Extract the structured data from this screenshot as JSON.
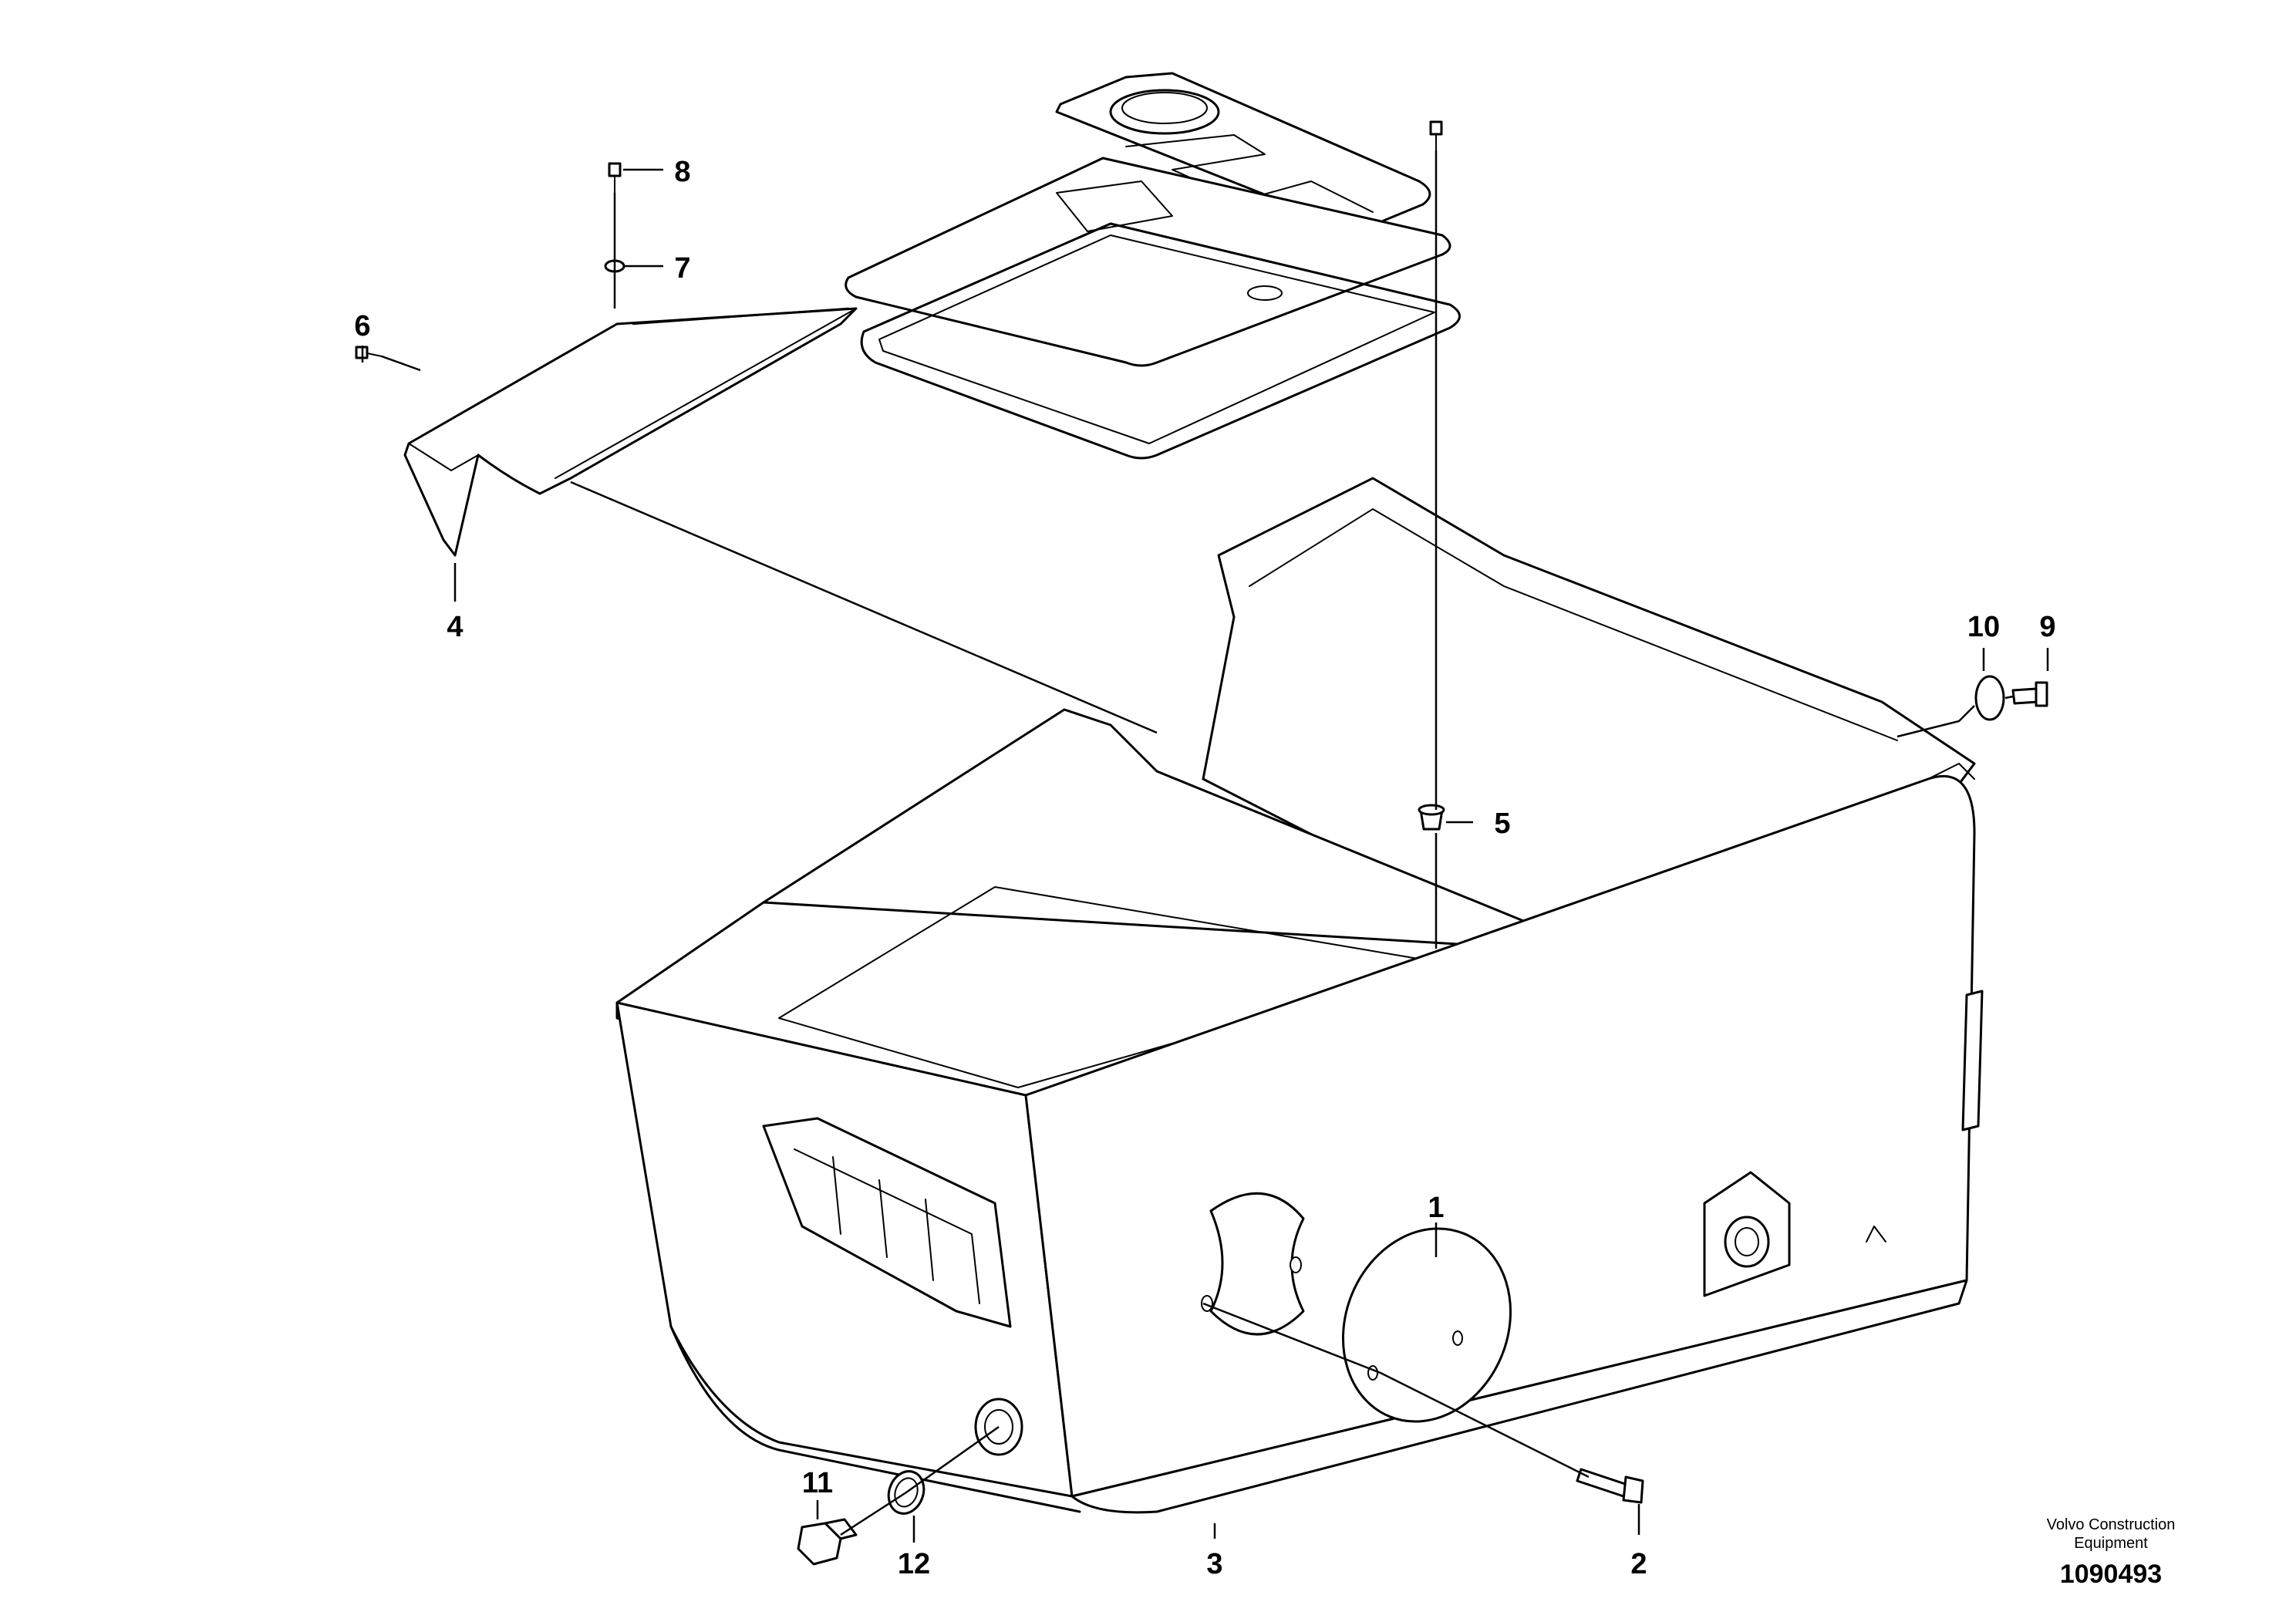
{
  "callouts": {
    "c1": "1",
    "c2": "2",
    "c3": "3",
    "c4": "4",
    "c5": "5",
    "c6": "6",
    "c7": "7",
    "c8": "8",
    "c9": "9",
    "c10": "10",
    "c11": "11",
    "c12": "12"
  },
  "footer": {
    "maker_line1": "Volvo Construction",
    "maker_line2": "Equipment",
    "drawing_number": "1090493"
  }
}
